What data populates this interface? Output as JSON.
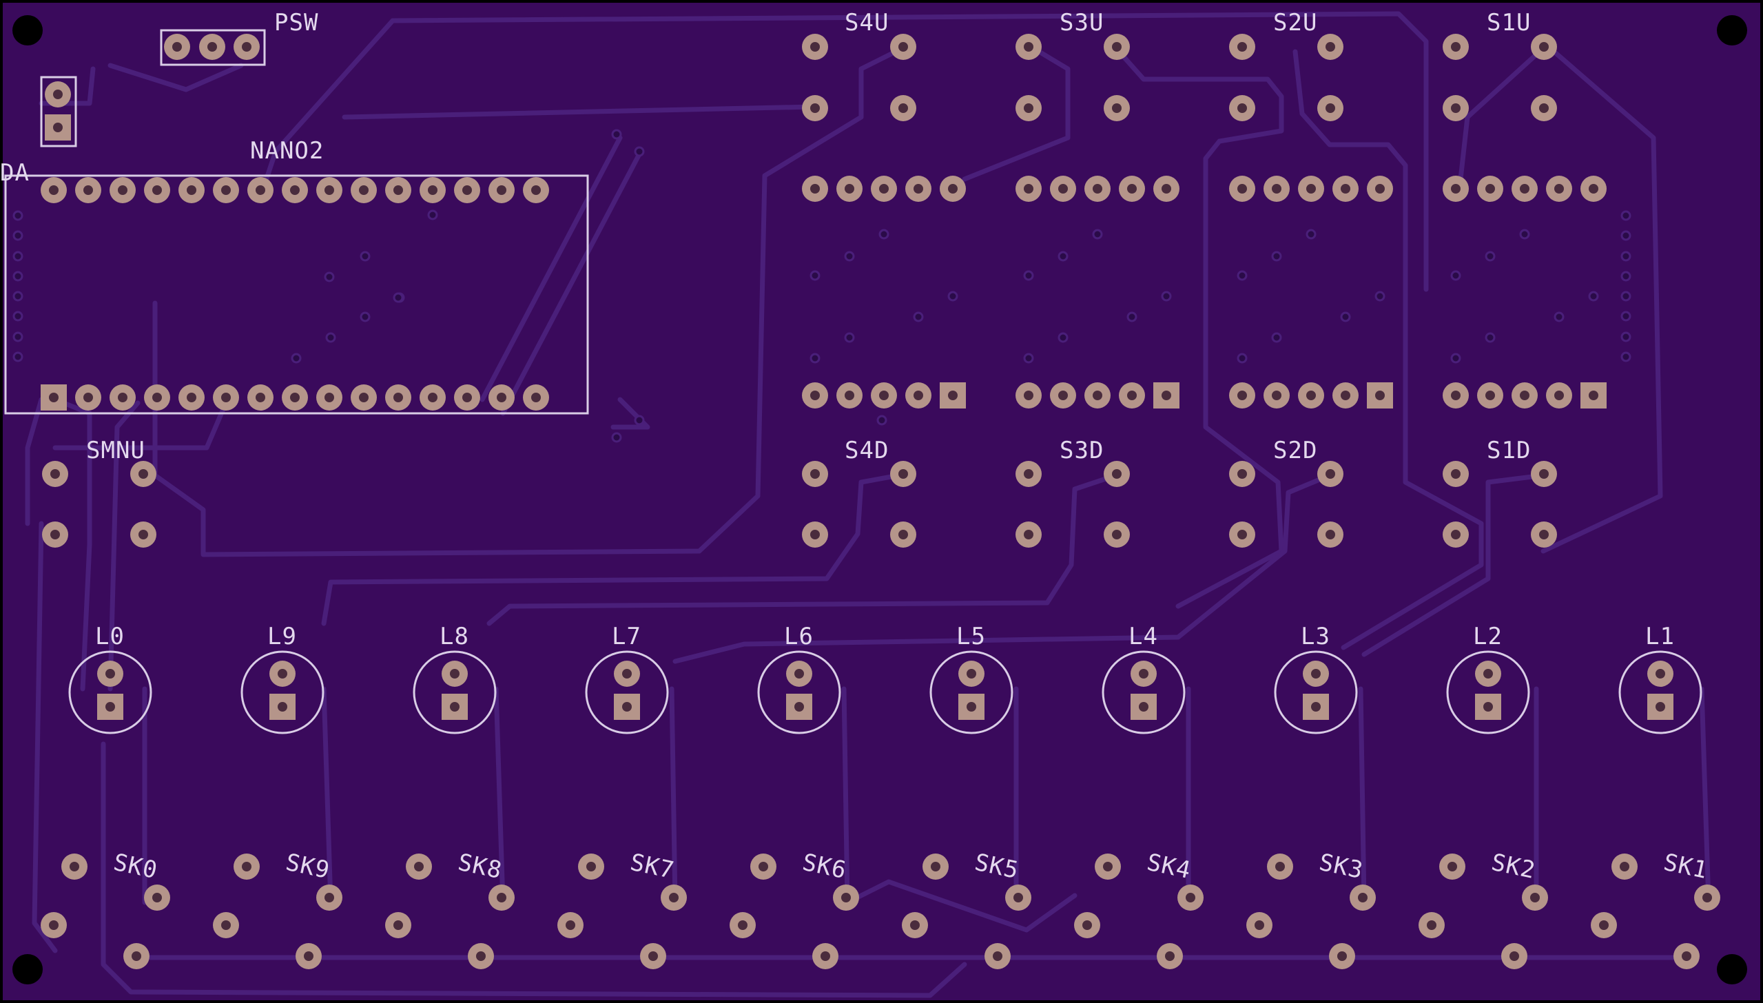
{
  "board": {
    "background": "#3a0a5c",
    "border": "#000000",
    "silkscreen": "#d9cde6",
    "pad_color": "#b5958a",
    "trace_color": "#4a1f7a"
  },
  "labels": {
    "psw": "PSW",
    "nano": "NANO2",
    "nano_edge": "DA",
    "smnu": "SMNU",
    "s4u": "S4U",
    "s3u": "S3U",
    "s2u": "S2U",
    "s1u": "S1U",
    "s4d": "S4D",
    "s3d": "S3D",
    "s2d": "S2D",
    "s1d": "S1D"
  },
  "leds": [
    {
      "label": "L0"
    },
    {
      "label": "L9"
    },
    {
      "label": "L8"
    },
    {
      "label": "L7"
    },
    {
      "label": "L6"
    },
    {
      "label": "L5"
    },
    {
      "label": "L4"
    },
    {
      "label": "L3"
    },
    {
      "label": "L2"
    },
    {
      "label": "L1"
    }
  ],
  "sockets": [
    {
      "label": "SK0"
    },
    {
      "label": "SK9"
    },
    {
      "label": "SK8"
    },
    {
      "label": "SK7"
    },
    {
      "label": "SK6"
    },
    {
      "label": "SK5"
    },
    {
      "label": "SK4"
    },
    {
      "label": "SK3"
    },
    {
      "label": "SK2"
    },
    {
      "label": "SK1"
    }
  ]
}
